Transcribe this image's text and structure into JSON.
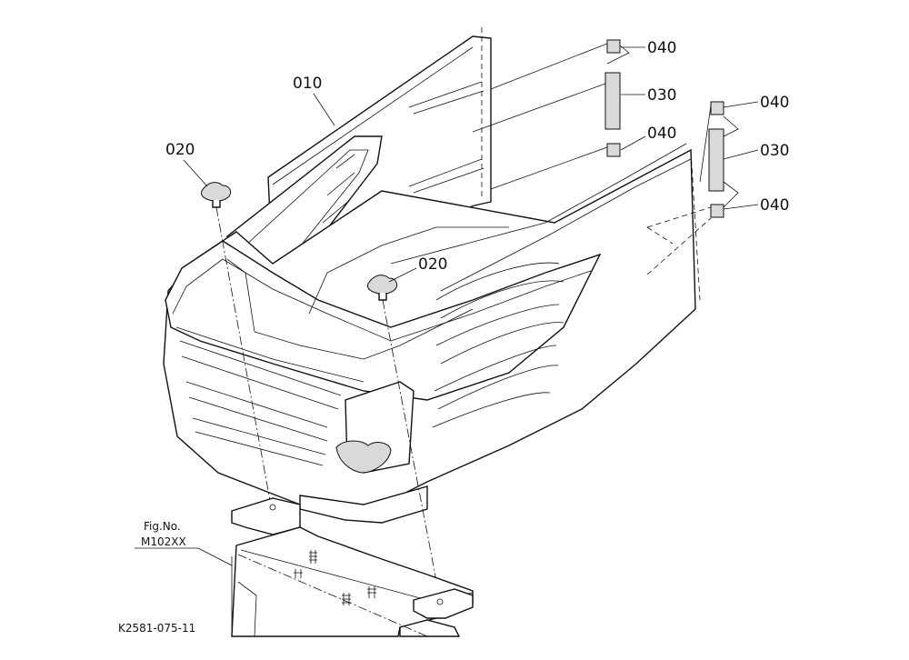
{
  "callouts": {
    "bonnet": "010",
    "knob_left": "020",
    "knob_right": "020",
    "strip_upper": "030",
    "strip_lower": "030",
    "cushion_1": "040",
    "cushion_2": "040",
    "cushion_3": "040",
    "cushion_4": "040"
  },
  "figure_ref": {
    "label": "Fig.No.",
    "number": "M102XX"
  },
  "drawing_code": "K2581-075-11"
}
